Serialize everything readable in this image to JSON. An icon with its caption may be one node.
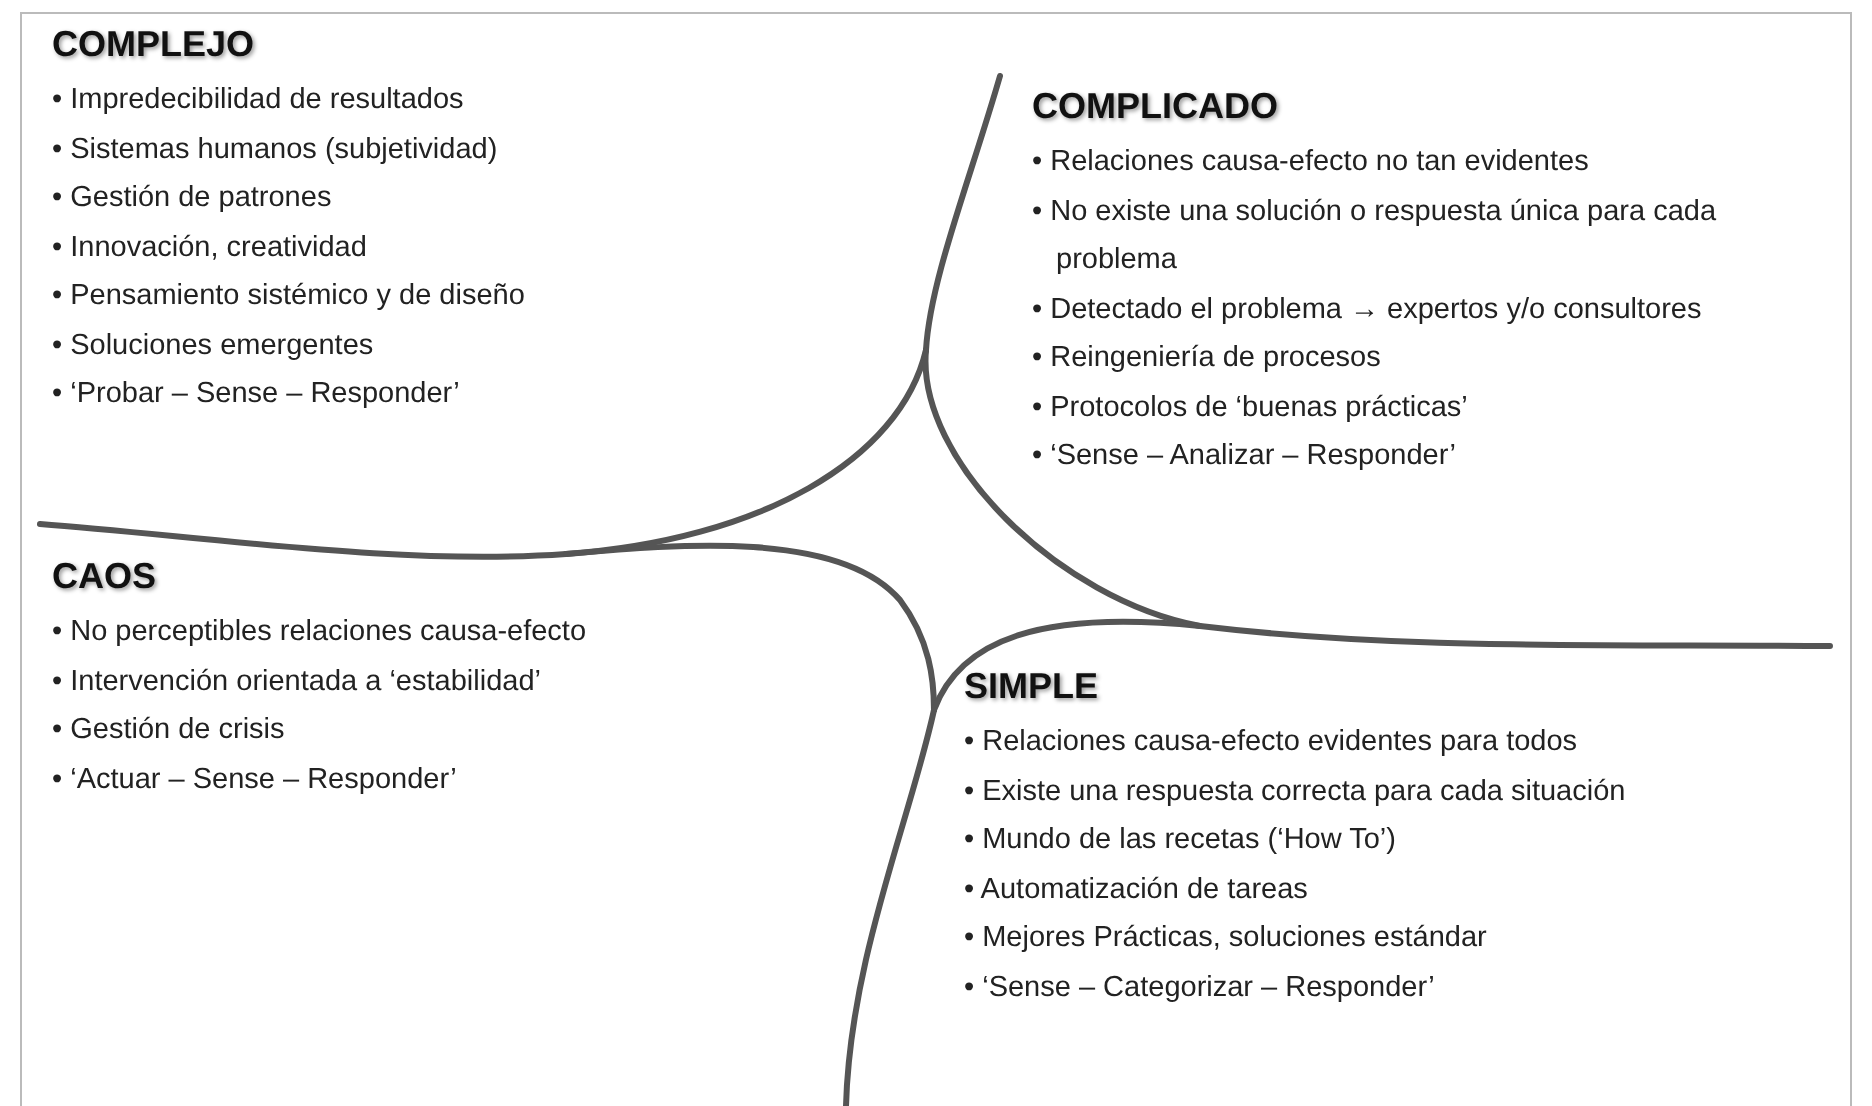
{
  "diagram": {
    "nodes": [
      {
        "text": [
          "COMPLEJO",
          "• Impredecibilidad de resultados",
          "• Sistemas humanos (subjetividad)",
          "• Gestión de patrones",
          "• Innovación, creatividad",
          "• Pensamiento sistémico y de diseño",
          "• Soluciones emergentes",
          "• ‘Probar – Sense – Responder’"
        ]
      },
      {
        "text": [
          "COMPLICADO",
          "• Relaciones causa-efecto no tan evidentes",
          "• No existe una solución o respuesta única para cada problema",
          "• Detectado el problema → expertos y/o consultores",
          "• Reingeniería de procesos",
          "• Protocolos de ‘buenas prácticas’",
          "• ‘Sense – Analizar – Responder’"
        ]
      },
      {
        "text": [
          "CAOS",
          "• No perceptibles relaciones causa-efecto",
          "• Intervención orientada a ‘estabilidad’",
          "• Gestión de crisis",
          "• ‘Actuar – Sense – Responder’"
        ]
      },
      {
        "text": [
          "SIMPLE",
          "• Relaciones causa-efecto evidentes para todos",
          "• Existe una respuesta correcta para cada situación",
          "• Mundo de las recetas (‘How To’)",
          "• Automatización de tareas",
          "• Mejores Prácticas, soluciones estándar",
          "• ‘Sense – Categorizar – Responder’"
        ]
      }
    ]
  }
}
